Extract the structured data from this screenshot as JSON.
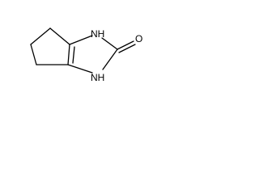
{
  "molecule": {
    "atoms": {
      "nh_top": "NH",
      "nh_bottom": "NH",
      "oxygen": "O"
    }
  }
}
